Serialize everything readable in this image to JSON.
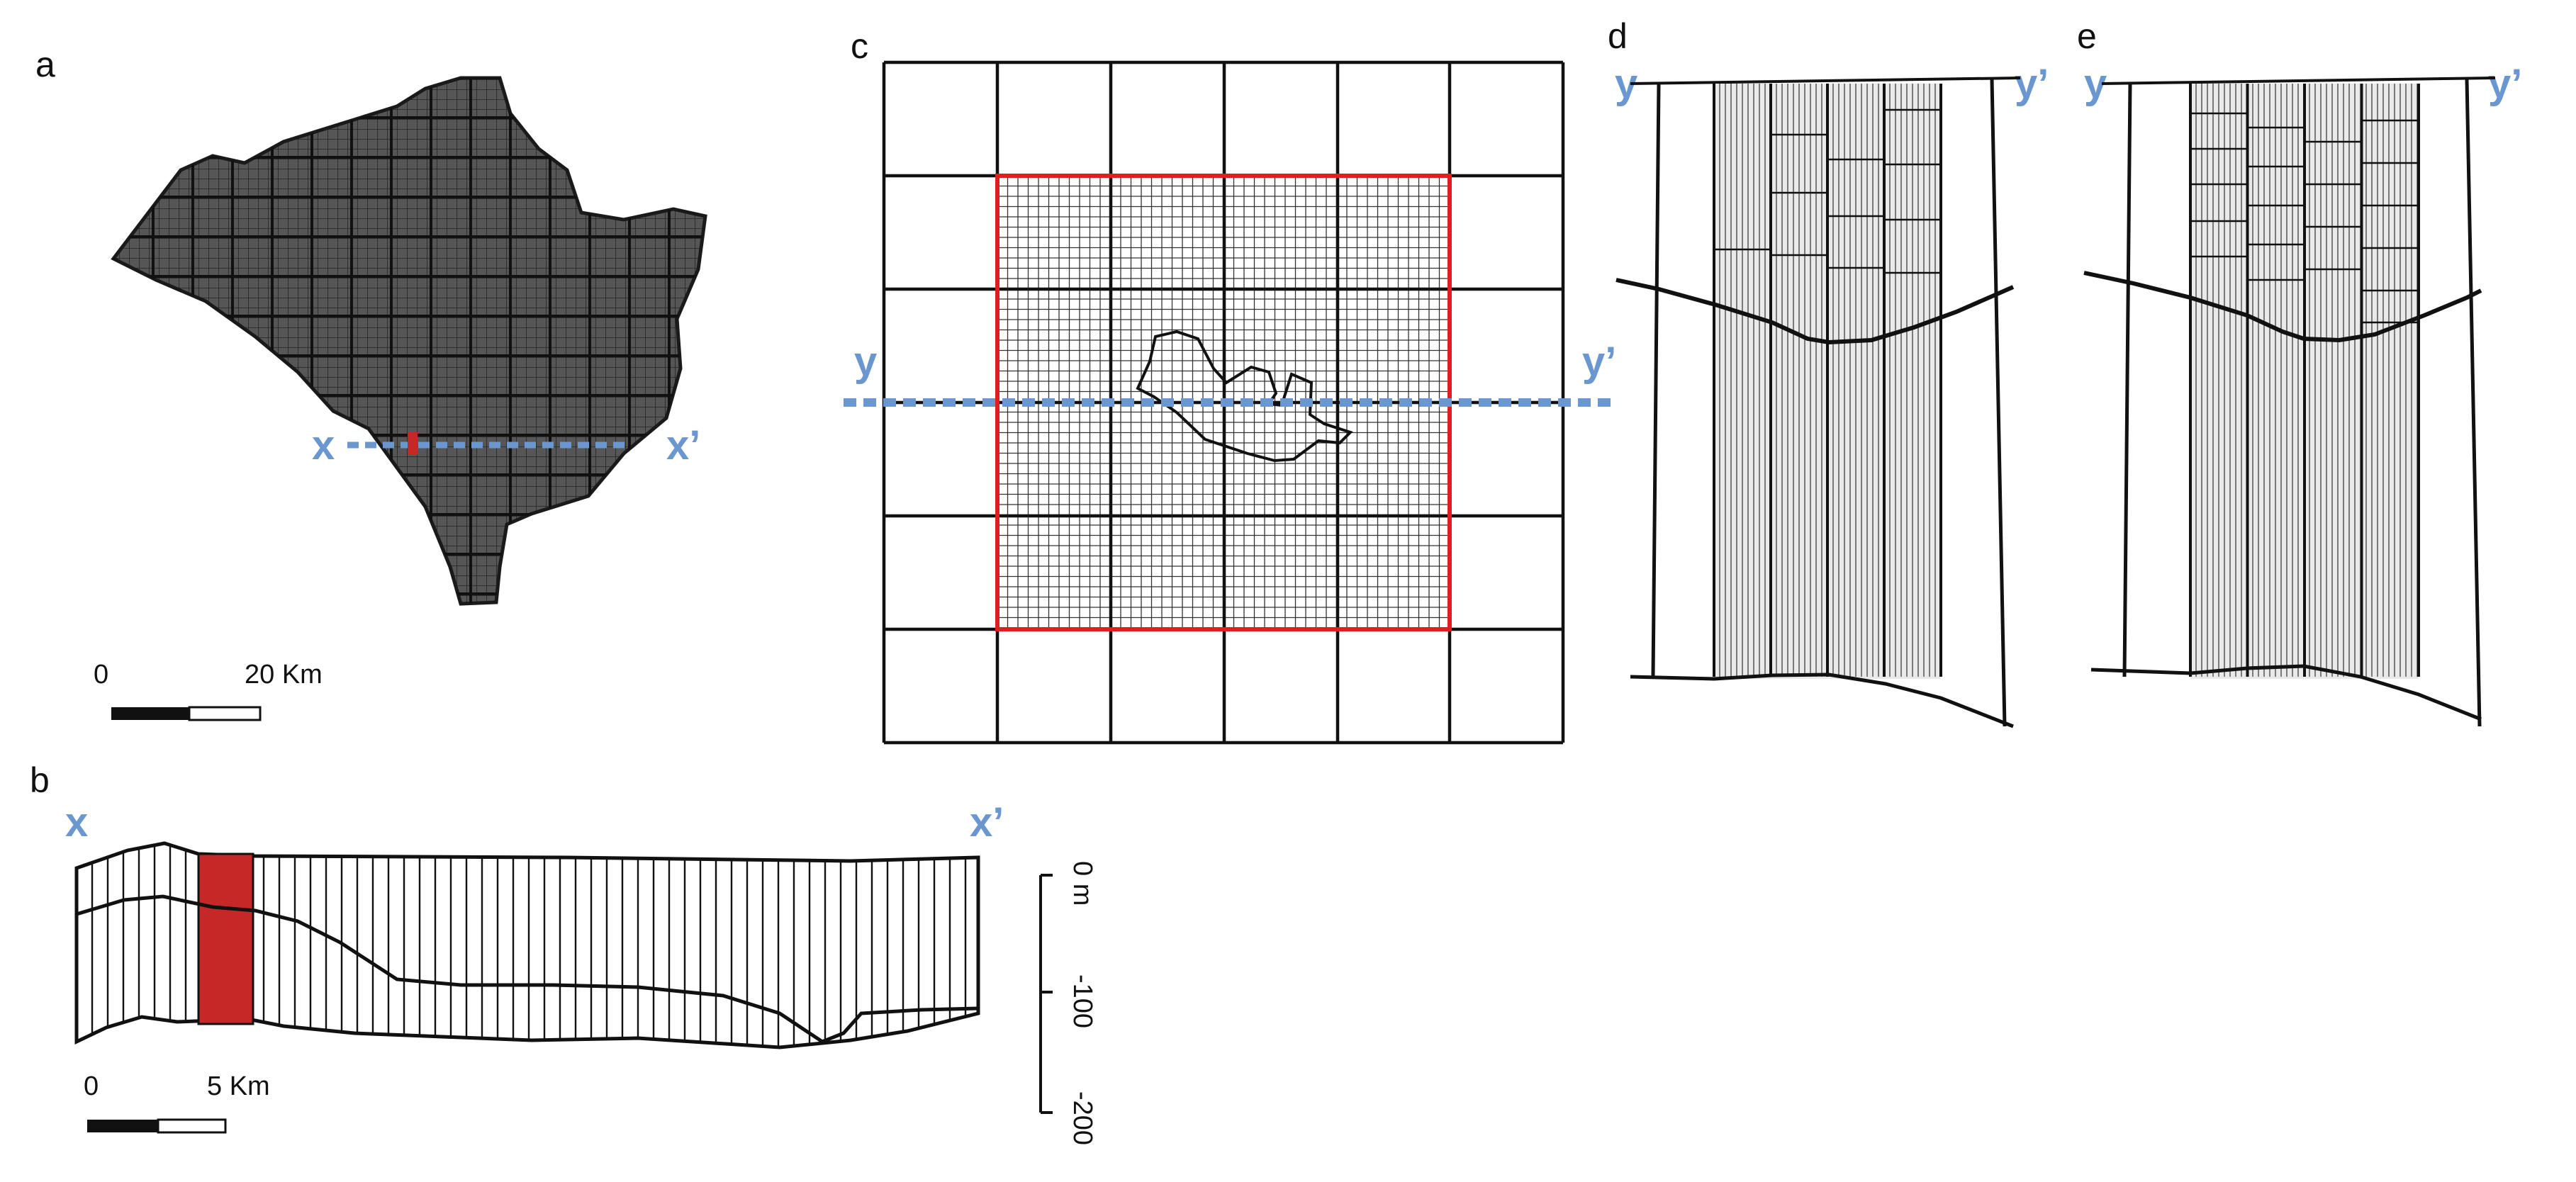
{
  "panel_labels": {
    "a": "a",
    "b": "b",
    "c": "c",
    "d": "d",
    "e": "e"
  },
  "section_labels": {
    "x": "x",
    "x_prime": "x’",
    "y": "y",
    "y_prime": "y’"
  },
  "scalebar_a": {
    "start": "0",
    "end": "20 Km"
  },
  "scalebar_b": {
    "start": "0",
    "end": "5 Km"
  },
  "depth_axis": {
    "ticks": [
      "0 m",
      "-100",
      "-200"
    ]
  },
  "colors": {
    "land": "#555555",
    "section_blue": "#6a97cf",
    "highlight_red": "#c62828",
    "refine_box": "#e01e1e",
    "ink": "#111111"
  }
}
